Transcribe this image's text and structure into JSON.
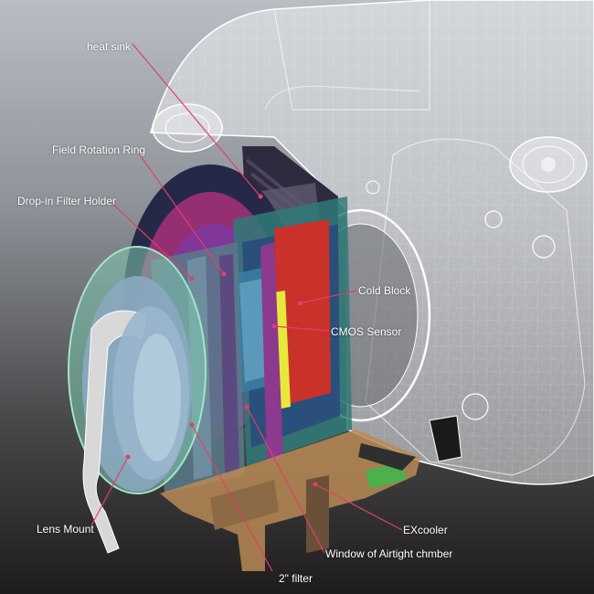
{
  "labels": {
    "heat_sink": "heat sink",
    "field_rotation_ring": "Field Rotation Ring",
    "drop_in_filter_holder": "Drop-in Filter Holder",
    "cold_block": "Cold Block",
    "cmos_sensor": "CMOS Sensor",
    "lens_mount": "Lens Mount",
    "excooler": "EXcooler",
    "window_airtight": "Window of Airtight chmber",
    "two_inch_filter": "2\" filter"
  },
  "colors": {
    "leader_line": "#e0406a",
    "wireframe": "#f2f2f2",
    "heat_sink": "#2f2b3e",
    "rotation_ring": "#b0307a",
    "filter_holder": "#5a7a8a",
    "cold_block": "#c8322a",
    "cmos_sensor": "#e8e83a",
    "lens_mount": "#d8d8d8",
    "excooler": "#b98a55"
  }
}
